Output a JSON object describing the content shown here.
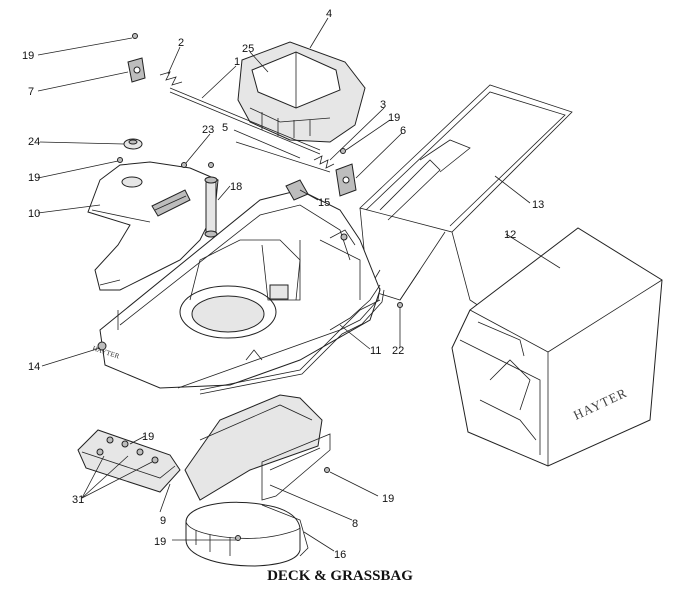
{
  "title": "DECK & GRASSBAG",
  "brand_mark": "HAYTER",
  "callouts": [
    {
      "id": "c19a",
      "text": "19"
    },
    {
      "id": "c7",
      "text": "7"
    },
    {
      "id": "c2",
      "text": "2"
    },
    {
      "id": "c1",
      "text": "1"
    },
    {
      "id": "c4",
      "text": "4"
    },
    {
      "id": "c25",
      "text": "25"
    },
    {
      "id": "c3",
      "text": "3"
    },
    {
      "id": "c19b",
      "text": "19"
    },
    {
      "id": "c6",
      "text": "6"
    },
    {
      "id": "c5",
      "text": "5"
    },
    {
      "id": "c23",
      "text": "23"
    },
    {
      "id": "c24",
      "text": "24"
    },
    {
      "id": "c19c",
      "text": "19"
    },
    {
      "id": "c18",
      "text": "18"
    },
    {
      "id": "c10",
      "text": "10"
    },
    {
      "id": "c15",
      "text": "15"
    },
    {
      "id": "c13",
      "text": "13"
    },
    {
      "id": "c12",
      "text": "12"
    },
    {
      "id": "c22",
      "text": "22"
    },
    {
      "id": "c11",
      "text": "11"
    },
    {
      "id": "c14",
      "text": "14"
    },
    {
      "id": "c19d",
      "text": "19"
    },
    {
      "id": "c31",
      "text": "31"
    },
    {
      "id": "c9",
      "text": "9"
    },
    {
      "id": "c19e",
      "text": "19"
    },
    {
      "id": "c8",
      "text": "8"
    },
    {
      "id": "c19f",
      "text": "19"
    },
    {
      "id": "c16",
      "text": "16"
    }
  ]
}
